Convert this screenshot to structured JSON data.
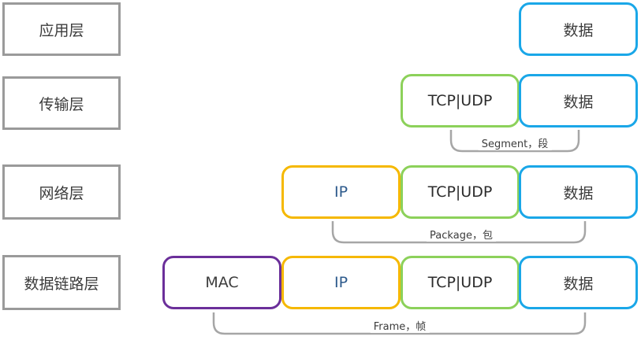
{
  "layers": [
    {
      "name": "应用层"
    },
    {
      "name": "传输层"
    },
    {
      "name": "网络层"
    },
    {
      "name": "数据链路层"
    }
  ],
  "boxes": {
    "mac": "MAC",
    "ip": "IP",
    "tcp_udp": "TCP|UDP",
    "data": "数据"
  },
  "braces": {
    "segment": "Segment，段",
    "package": "Package，包",
    "frame": "Frame，帧"
  },
  "colors": {
    "data": "#1aa7e8",
    "tcp_udp": "#8cd15a",
    "ip": "#f5b800",
    "mac": "#6b2f9a",
    "layer_border": "#9a9a9a",
    "brace": "#a6a6a6"
  }
}
